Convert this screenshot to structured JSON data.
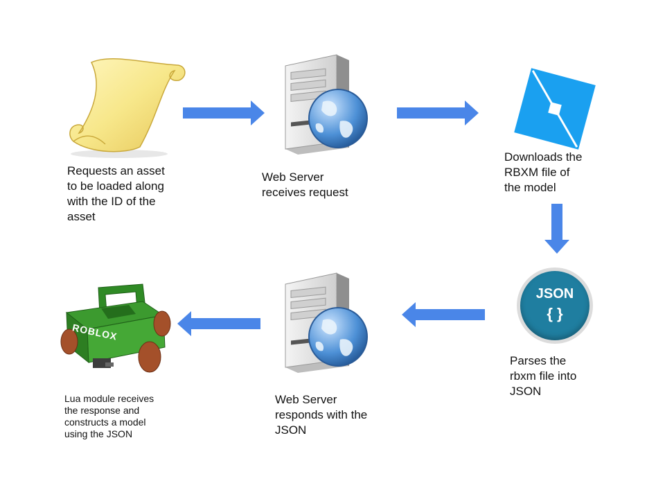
{
  "steps": {
    "request": {
      "icon": "scroll-icon",
      "text": "Requests an asset\nto be loaded along\nwith the ID of the\nasset"
    },
    "web_server_receive": {
      "icon": "web-server-globe-icon",
      "text": "Web Server\nreceives request"
    },
    "download": {
      "icon": "roblox-logo-icon",
      "text": "Downloads the\nRBXM file of\nthe model"
    },
    "parse": {
      "icon": "json-icon",
      "icon_text": "JSON",
      "icon_braces": "{ }",
      "text": "Parses the\nrbxm file into\nJSON"
    },
    "web_server_respond": {
      "icon": "web-server-globe-icon",
      "text": "Web Server\nresponds with the\nJSON"
    },
    "lua_module": {
      "icon": "roblox-jeep-model-icon",
      "brand_text": "ROBLOX",
      "text": "Lua module receives\nthe response and\nconstructs a model\nusing the JSON"
    }
  },
  "colors": {
    "arrow": "#4a86e8",
    "roblox_blue": "#1aa0f0",
    "json_teal": "#1f7ea0",
    "scroll": "#f7e78a",
    "jeep_green": "#3c9a2f",
    "wheel_brown": "#a4502a"
  }
}
